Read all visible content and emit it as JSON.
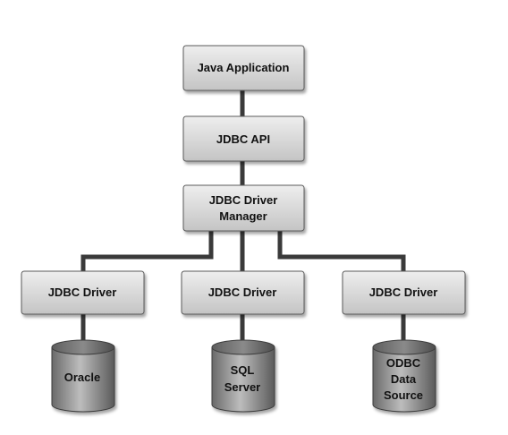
{
  "colors": {
    "box_fill_light": "#eeeeee",
    "box_fill_dark": "#c4c4c4",
    "box_border": "#5a5a5a",
    "cylinder_fill_light": "#bdbdbd",
    "cylinder_fill_dark": "#6a6a6a",
    "connector": "#3a3a3a"
  },
  "nodes": {
    "java_application": {
      "label": "Java Application"
    },
    "jdbc_api": {
      "label": "JDBC API"
    },
    "driver_manager": {
      "line1": "JDBC Driver",
      "line2": "Manager"
    },
    "driver_left": {
      "label": "JDBC Driver"
    },
    "driver_center": {
      "label": "JDBC Driver"
    },
    "driver_right": {
      "label": "JDBC Driver"
    },
    "db_oracle": {
      "label": "Oracle"
    },
    "db_sql": {
      "line1": "SQL",
      "line2": "Server"
    },
    "db_odbc": {
      "line1": "ODBC",
      "line2": "Data",
      "line3": "Source"
    }
  }
}
